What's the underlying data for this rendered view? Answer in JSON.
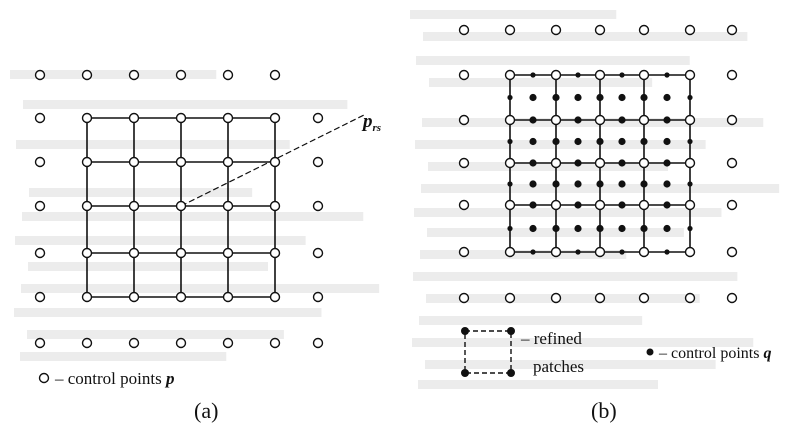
{
  "panel_a": {
    "label_prs_main": "p",
    "label_prs_sub": "rs",
    "legend_text": "– control points ",
    "legend_symbol": "p",
    "caption": "(a)"
  },
  "panel_b": {
    "refined_line1": "– refined",
    "refined_line2": "patches",
    "legend_text": "– control points ",
    "legend_symbol": "q",
    "caption": "(b)"
  },
  "colors": {
    "line": "#111111",
    "scan_text": "#c8c8c8",
    "background": "#ffffff"
  }
}
